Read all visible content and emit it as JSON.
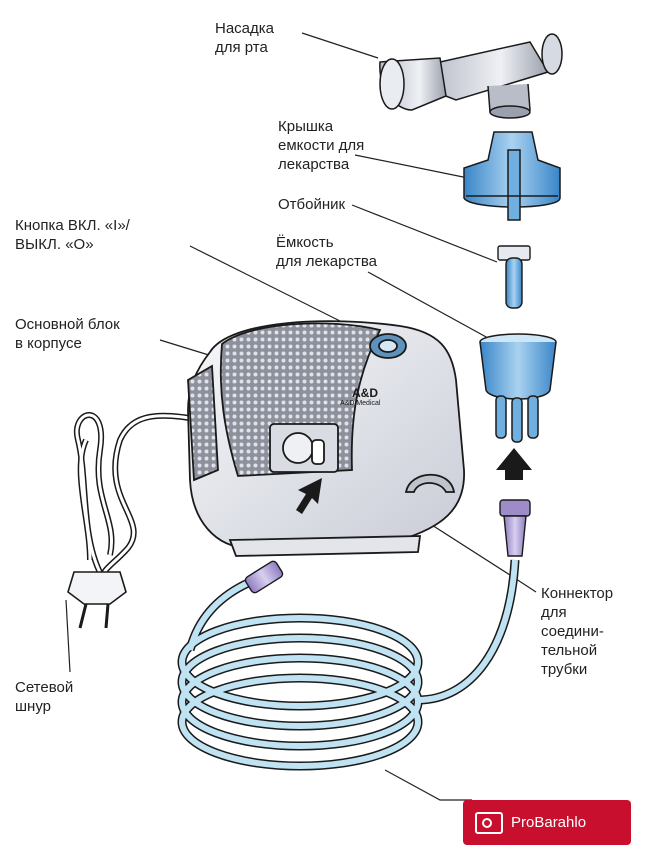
{
  "labels": {
    "mouthpiece": [
      "Насадка",
      "для рта"
    ],
    "cap": [
      "Крышка",
      "емкости для",
      "лекарства"
    ],
    "baffle": [
      "Отбойник"
    ],
    "container": [
      "Ёмкость",
      "для лекарства"
    ],
    "power_button": [
      "Кнопка ВКЛ. «I»/",
      "ВЫКЛ. «O»"
    ],
    "main_unit": [
      "Основной блок",
      "в корпусе"
    ],
    "connector": [
      "Коннектор",
      "для",
      "соедини-",
      "тельной",
      "трубки"
    ],
    "power_cord": [
      "Сетевой",
      "шнур"
    ]
  },
  "device": {
    "brand": "A&D",
    "model": "A&D Medical"
  },
  "watermark": "ProBarahlo",
  "colors": {
    "blue_part": "#5aa0d8",
    "tube": "#bfe3f2",
    "connector_purple": "#b7a6d8",
    "body": "#eef0f5",
    "outline": "#1a1a1a"
  }
}
